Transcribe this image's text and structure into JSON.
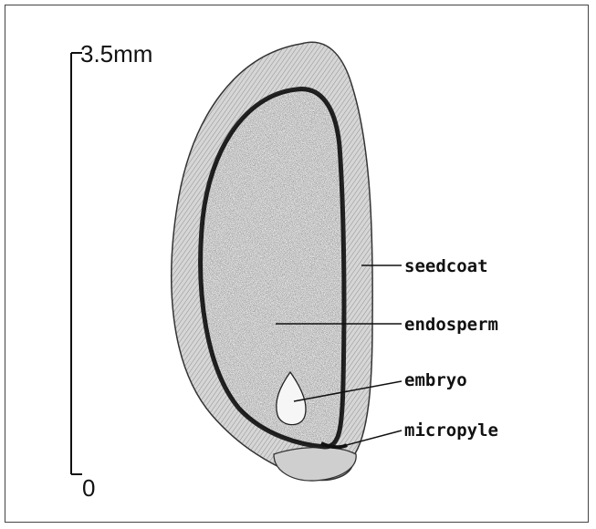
{
  "scale": {
    "top_label": "3.5mm",
    "bottom_label": "0"
  },
  "labels": {
    "seedcoat": "seedcoat",
    "endosperm": "endosperm",
    "embryo": "embryo",
    "micropyle": "micropyle"
  }
}
